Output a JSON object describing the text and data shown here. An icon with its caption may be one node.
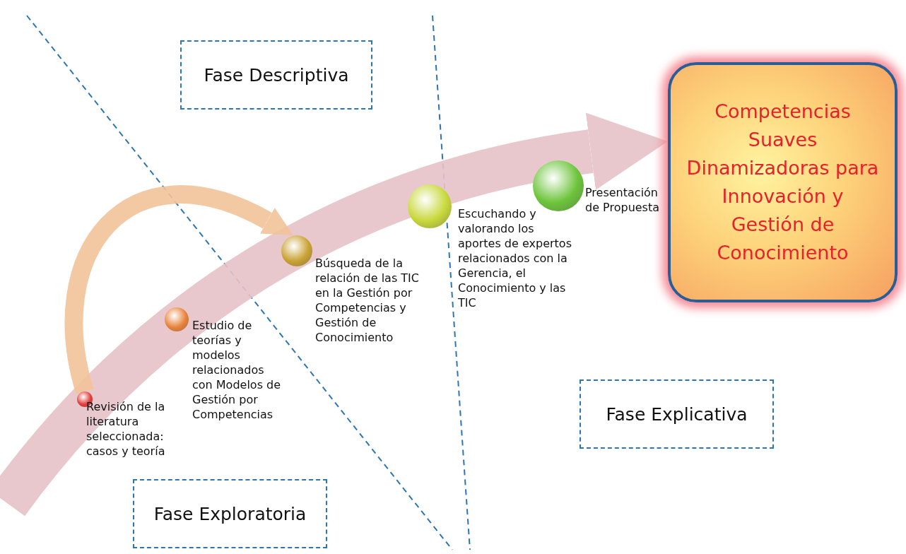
{
  "diagram": {
    "nodes": [
      {
        "text": [
          "Fase Descriptiva"
        ]
      },
      {
        "text": [],
        "shape": "circle",
        "beside": [
          "Revisión de la literatura seleccionada: casos y teoría"
        ]
      },
      {
        "text": [],
        "shape": "circle",
        "beside": [
          "Estudio de teorías y modelos relacionados con Modelos de Gestión por Competencias"
        ]
      },
      {
        "text": [],
        "shape": "circle",
        "beside": [
          "Búsqueda de la relación de las TIC en la Gestión por Competencias y Gestión de Conocimiento"
        ]
      },
      {
        "text": [],
        "shape": "circle",
        "beside": [
          "Escuchando y valorando los aportes de expertos relacionados con la Gerencia, el Conocimiento y las TIC"
        ]
      },
      {
        "text": [],
        "shape": "circle",
        "beside": [
          "Presentación de Propuesta"
        ]
      },
      {
        "text": [
          "Competencias Suaves Dinamizadoras para Innovación y Gestión de Conocimiento"
        ]
      },
      {
        "text": [
          "Fase Explicativa"
        ]
      },
      {
        "text": [
          "Fase Exploratoria"
        ]
      }
    ],
    "edges": [
      {
        "from": null,
        "to": 6,
        "arrow": "to",
        "style": "thick",
        "color": "#e6c3c8"
      },
      {
        "from": 1,
        "to": 3,
        "arrow": "to",
        "color": "#f2c49b"
      }
    ]
  }
}
